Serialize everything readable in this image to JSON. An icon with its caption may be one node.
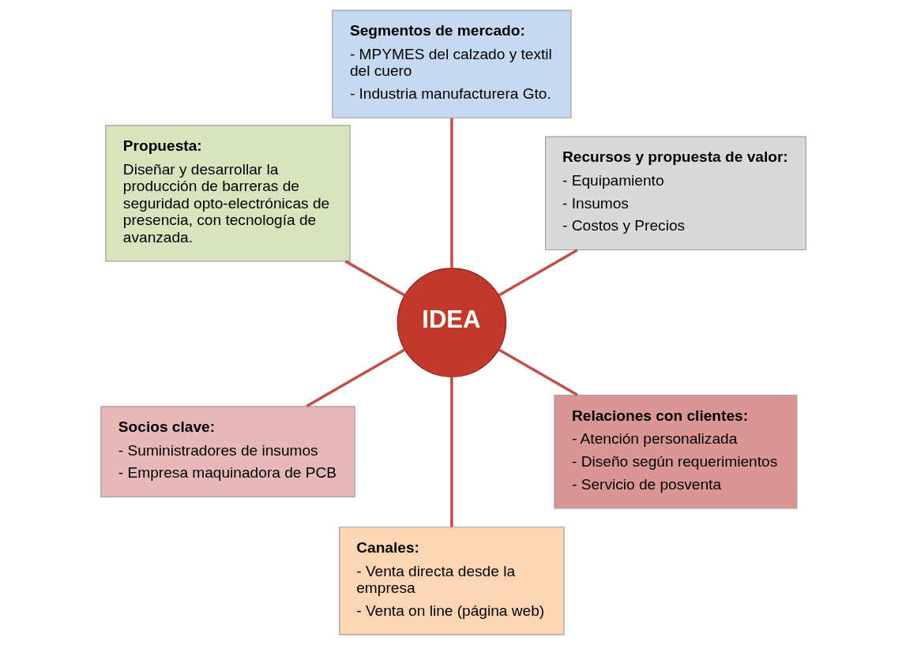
{
  "diagram": {
    "nodes": [
      {
        "text": [
          "Recursos y propuesta de valor:",
          "- Equipamiento",
          "- Insumos",
          "- Costos y Precios"
        ]
      },
      {
        "text": [
          "Segmentos de mercado:",
          "- MPYMES del calzado y textil del cuero",
          "- Industria manufacturera Gto."
        ]
      },
      {
        "text": [
          "Propuesta:",
          "Diseñar y desarrollar la producción de barreras de seguridad opto-electrónicas de presencia, con tecnología de avanzada."
        ]
      },
      {
        "text": [
          "Socios clave:",
          "- Suministradores de insumos",
          "- Empresa maquinadora de PCB"
        ]
      },
      {
        "text": [
          "IDEA"
        ]
      },
      {
        "text": [
          "Canales:",
          "- Venta directa desde la empresa",
          "- Venta on line (página web)"
        ]
      },
      {
        "text": [
          "Relaciones con clientes:",
          "- Atención personalizada",
          "- Diseño según requerimientos",
          "- Servicio de posventa"
        ]
      }
    ],
    "edges": [
      {
        "from": 4,
        "to": 0,
        "arrow": "none"
      },
      {
        "from": 4,
        "to": 1,
        "arrow": "none"
      },
      {
        "from": 4,
        "to": 2,
        "arrow": "none"
      },
      {
        "from": 4,
        "to": 3,
        "arrow": "none"
      },
      {
        "from": 4,
        "to": 5,
        "arrow": "none"
      },
      {
        "from": 4,
        "to": 6,
        "arrow": "none"
      }
    ]
  }
}
